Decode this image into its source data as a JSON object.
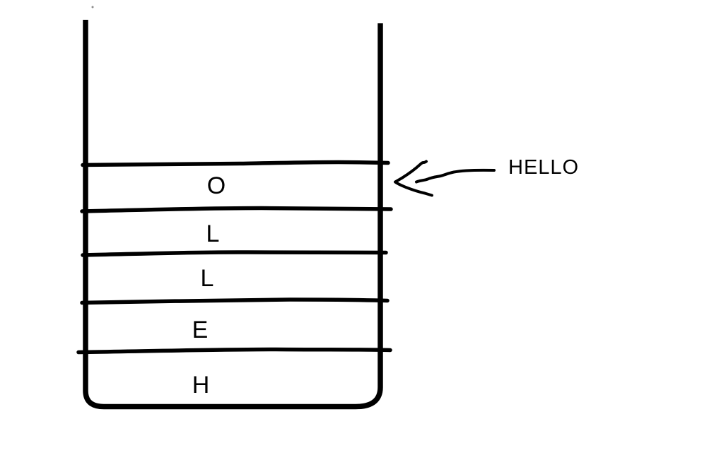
{
  "colors": {
    "ink": "#000000",
    "background": "#ffffff"
  },
  "stack": {
    "slots": [
      {
        "letter": "O"
      },
      {
        "letter": "L"
      },
      {
        "letter": "L"
      },
      {
        "letter": "E"
      },
      {
        "letter": "H"
      }
    ]
  },
  "annotation": {
    "label": "HELLO"
  }
}
